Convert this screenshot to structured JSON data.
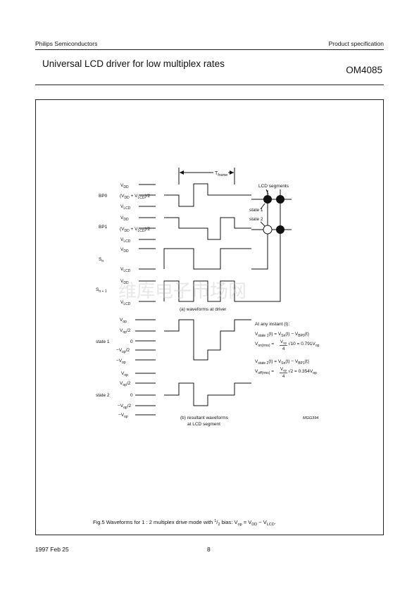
{
  "header": {
    "company": "Philips Semiconductors",
    "doc_type": "Product specification",
    "title": "Universal LCD driver for low multiplex rates",
    "part_number": "OM4085"
  },
  "figure": {
    "t_frame": "T",
    "t_frame_sub": "frame",
    "lcd_segments": "LCD segments",
    "state1_tag": "state 1",
    "state2_tag": "state 2",
    "code": "MGG394",
    "sections": {
      "a": "(a) waveforms at driver",
      "b1": "(b) resultant waveforms",
      "b2": "at LCD segment"
    },
    "signals": {
      "bp0": "BP0",
      "bp1": "BP1",
      "sn": "S",
      "sn_sub": "n",
      "sn1": "S",
      "sn1_sub": "n + 1",
      "state1": "state 1",
      "state2": "state 2"
    },
    "levels": {
      "vdd": "V",
      "vdd_sub": "DD",
      "vlcd": "V",
      "vlcd_sub": "LCD",
      "vmid_a": "(V",
      "vmid_b": " + V",
      "vmid_c": ")/2",
      "vop": "V",
      "vop_sub": "op",
      "half": "/2",
      "minus": "−V",
      "zero": "0"
    },
    "equations": {
      "instant": "At any instant (t):",
      "v": "V",
      "state1_sub": "state 1",
      "state2_sub": "state 2",
      "t": "(t) = V",
      "minus_v": "(t) − V",
      "sn_sub": "Sn",
      "bp0_sub": "BP0",
      "bp1_sub": "BP1",
      "end_t": "(t)",
      "on_sub": "on(rms)",
      "off_sub": "off(rms)",
      "eq": " = ",
      "numer": "V",
      "numer_sub": "op",
      "denom": "4",
      "on_rest": "√10 = 0.791V",
      "off_rest": "√2 = 0.354V",
      "op": "op"
    }
  },
  "caption": {
    "text": "Fig.5  Waveforms for 1 : 2 multiplex drive mode with ",
    "frac_num": "1",
    "frac_den": "2",
    "text2": " bias: V",
    "sub1": "op",
    "text3": " = V",
    "sub2": "DD",
    "text4": " − V",
    "sub3": "LCD",
    "end": "."
  },
  "watermark": "维库电子市场网",
  "footer": {
    "date": "1997 Feb 25",
    "page": "8"
  }
}
